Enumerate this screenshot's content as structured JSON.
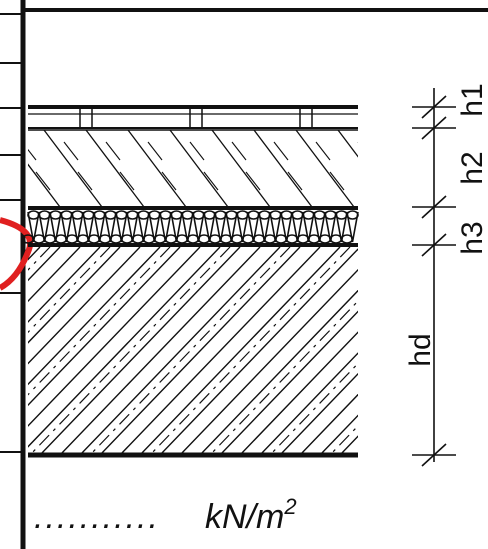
{
  "diagram": {
    "dimension_labels": [
      "h1",
      "h2",
      "h3",
      "hd"
    ],
    "unit": {
      "leader": "...........",
      "base": "kN/m",
      "exponent": "2"
    },
    "colors": {
      "ink": "#111111",
      "highlight": "#e02020",
      "background": "#ffffff"
    }
  }
}
